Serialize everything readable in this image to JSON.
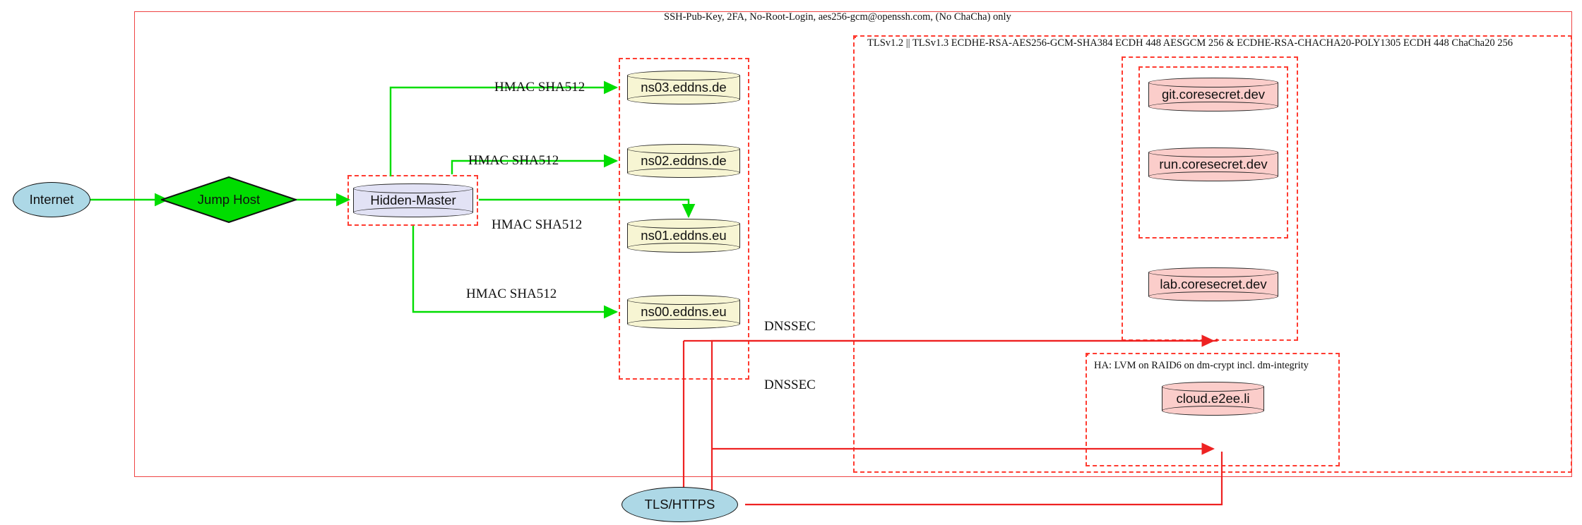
{
  "diagram": {
    "title": "DNS and hosting infrastructure security zones",
    "colors": {
      "zone_border": "#ff3b30",
      "outer_border": "#ef4444",
      "secure_edge": "#00e000",
      "dnssec_edge": "#ee2222",
      "internet_fill": "#add8e6",
      "jumphost_fill": "#00dd00",
      "master_fill": "#e2e2f5",
      "dns_fill": "#f7f5d3",
      "app_fill": "#fbcdca"
    }
  },
  "zones": {
    "ssh": {
      "label": "SSH-Pub-Key, 2FA, No-Root-Login, aes256-gcm@openssh.com, (No ChaCha) only"
    },
    "tls": {
      "label": "TLSv1.2 || TLSv1.3 ECDHE-RSA-AES256-GCM-SHA384 ECDH 448 AESGCM 256 & ECDHE-RSA-CHACHA20-POLY1305 ECDH 448 ChaCha20 256"
    },
    "ha": {
      "label": "HA: LVM on RAID6 on dm-crypt incl. dm-integrity"
    }
  },
  "nodes": {
    "internet": {
      "label": "Internet",
      "shape": "ellipse"
    },
    "jump_host": {
      "label": "Jump Host",
      "shape": "diamond"
    },
    "hidden_master": {
      "label": "Hidden-Master",
      "shape": "cylinder"
    },
    "ns03": {
      "label": "ns03.eddns.de",
      "shape": "cylinder"
    },
    "ns02": {
      "label": "ns02.eddns.de",
      "shape": "cylinder"
    },
    "ns01": {
      "label": "ns01.eddns.eu",
      "shape": "cylinder"
    },
    "ns00": {
      "label": "ns00.eddns.eu",
      "shape": "cylinder"
    },
    "git": {
      "label": "git.coresecret.dev",
      "shape": "cylinder"
    },
    "run": {
      "label": "run.coresecret.dev",
      "shape": "cylinder"
    },
    "lab": {
      "label": "lab.coresecret.dev",
      "shape": "cylinder"
    },
    "cloud": {
      "label": "cloud.e2ee.li",
      "shape": "cylinder"
    },
    "tls_https": {
      "label": "TLS/HTTPS",
      "shape": "ellipse"
    }
  },
  "edges": {
    "hmac_ns03": {
      "label": "HMAC SHA512"
    },
    "hmac_ns02": {
      "label": "HMAC SHA512"
    },
    "hmac_ns01": {
      "label": "HMAC SHA512"
    },
    "hmac_ns00": {
      "label": "HMAC SHA512"
    },
    "dnssec_top": {
      "label": "DNSSEC"
    },
    "dnssec_bottom": {
      "label": "DNSSEC"
    }
  }
}
